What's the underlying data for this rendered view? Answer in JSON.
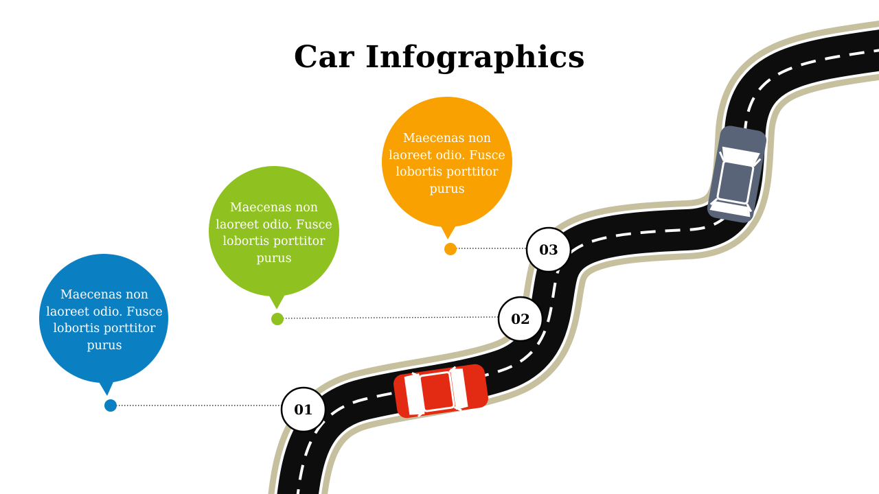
{
  "title": "Car Infographics",
  "steps": [
    {
      "number": "01",
      "text": "Maecenas non laoreet odio. Fusce lobortis porttitor purus",
      "color": "#0a7fc2"
    },
    {
      "number": "02",
      "text": "Maecenas non laoreet odio. Fusce lobortis porttitor purus",
      "color": "#8fc121"
    },
    {
      "number": "03",
      "text": "Maecenas non laoreet odio. Fusce lobortis porttitor purus",
      "color": "#f8a100"
    }
  ],
  "colors": {
    "road": "#0d0d0d",
    "road_border": "#c6c09e",
    "lane_marking": "#ffffff",
    "car_red": "#e32a12",
    "car_gray": "#5a6478"
  },
  "icons": [
    "red-car-icon",
    "gray-car-icon"
  ]
}
